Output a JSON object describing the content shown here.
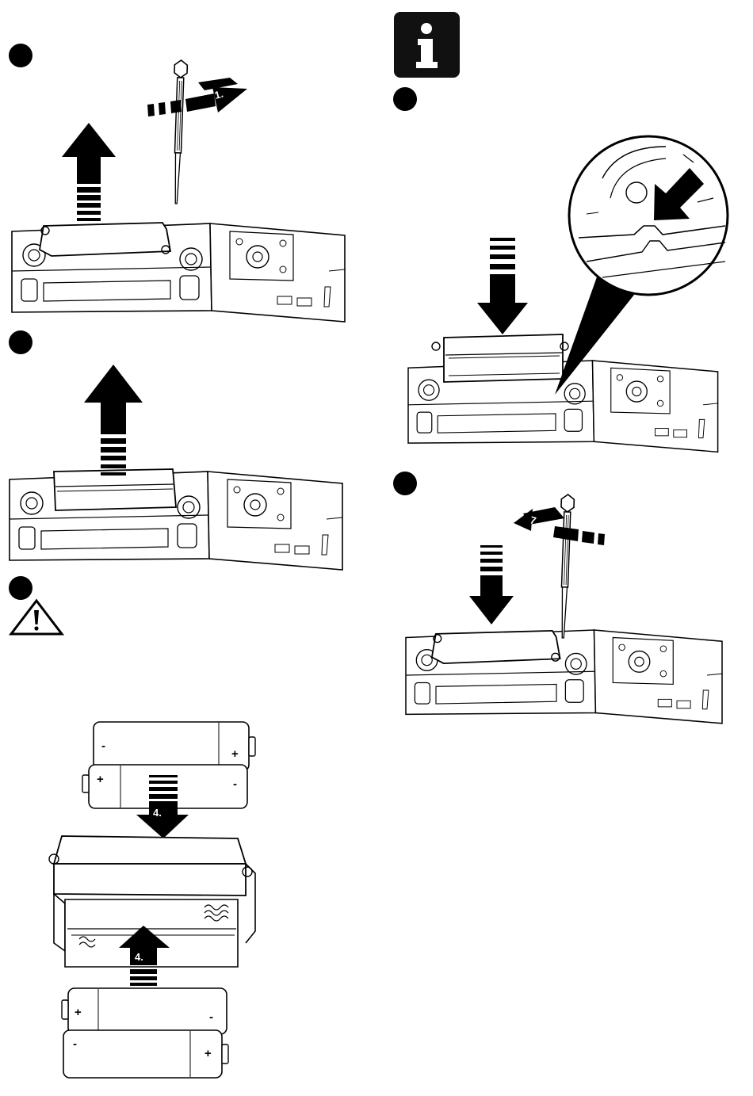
{
  "steps": {
    "remove_screw": {
      "arrow_label": "1."
    },
    "insert_batteries": {
      "arrow_label_top": "4.",
      "arrow_label_bottom": "4."
    },
    "fasten_screw": {
      "arrow_label": "7."
    }
  },
  "batteries": {
    "top_pair": [
      {
        "left_sign": "-",
        "right_sign": "+"
      },
      {
        "left_sign": "+",
        "right_sign": "-"
      }
    ],
    "bottom_pair": [
      {
        "left_sign": "+",
        "right_sign": "-"
      },
      {
        "left_sign": "-",
        "right_sign": "+"
      }
    ]
  },
  "icons": {
    "info": "info-icon",
    "warning": "warning-triangle-icon"
  },
  "colors": {
    "ink": "#000000",
    "paper": "#ffffff",
    "info_box": "#111111"
  }
}
